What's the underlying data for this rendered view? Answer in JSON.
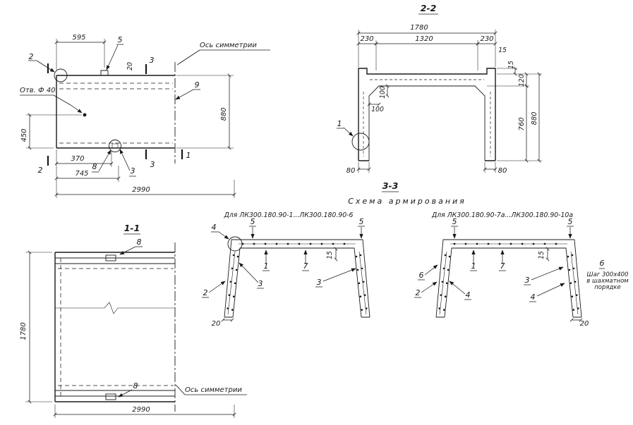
{
  "drawing": {
    "elevation": {
      "axis_label": "Ось симметрии",
      "hole_label": "Отв. Ф 40",
      "dim_595": "595",
      "dim_20": "20",
      "dim_450": "450",
      "dim_370": "370",
      "dim_745": "745",
      "dim_2990": "2990",
      "dim_880": "880",
      "mark_2_top": "2",
      "mark_2_bot": "2",
      "mark_3_top": "3",
      "mark_3_bot": "3",
      "mark_1": "1",
      "pos_5": "5",
      "pos_8": "8",
      "pos_3_detail": "3",
      "pos_9": "9"
    },
    "section_2_2": {
      "title": "2-2",
      "dim_1780": "1780",
      "dim_230_left": "230",
      "dim_1320": "1320",
      "dim_230_right": "230",
      "dim_15_top": "15",
      "dim_15_side": "15",
      "dim_120": "120",
      "dim_760": "760",
      "dim_880": "880",
      "dim_100_v": "100",
      "dim_100_h": "100",
      "dim_80_left": "80",
      "dim_80_right": "80",
      "pos_1": "1"
    },
    "scheme": {
      "title": "3-3",
      "subtitle": "Схема армирования",
      "left": {
        "caption": "Для ЛК300.180.90-1...ЛК300.180.90-6",
        "pos_4": "4",
        "pos_5_left": "5",
        "pos_5_right": "5",
        "pos_1": "1",
        "pos_7": "7",
        "pos_3_left": "3",
        "pos_3_right": "3",
        "pos_2": "2",
        "dim_15": "15",
        "dim_20": "20"
      },
      "right": {
        "caption": "Для ЛК300.180.90-7а...ЛК300.180.90-10а",
        "pos_5_left": "5",
        "pos_5_right": "5",
        "pos_6": "6",
        "pos_1": "1",
        "pos_7": "7",
        "pos_3": "3",
        "pos_2": "2",
        "pos_4_left": "4",
        "pos_4_right": "4",
        "dim_15": "15",
        "dim_20": "20"
      },
      "note": {
        "pos_6": "6",
        "line1": "Шаг 300х400",
        "line2": "в шахматном",
        "line3": "порядке"
      }
    },
    "section_1_1": {
      "title": "1-1",
      "pos_8_top": "8",
      "pos_8_bot": "8",
      "dim_1780": "1780",
      "dim_2990": "2990",
      "axis_label": "Ось симметрии"
    }
  }
}
